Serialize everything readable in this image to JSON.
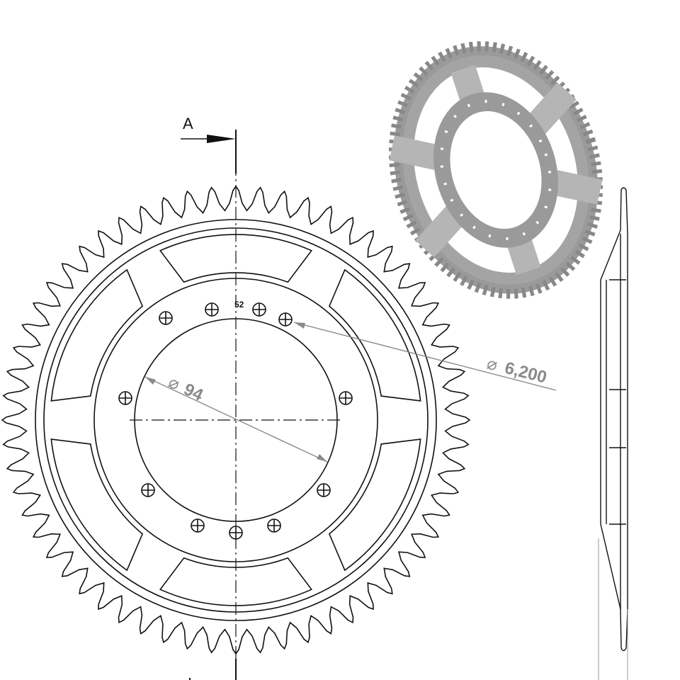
{
  "drawing": {
    "section_label_top": "A",
    "tooth_count_label": "52",
    "bore_diameter_label": "94",
    "bolt_hole_diameter_label": "6,200",
    "diameter_symbol": "⌀"
  },
  "colors": {
    "line": "#111111",
    "dimension": "#8a8a8a",
    "render_gray": "#9a9a9a"
  }
}
